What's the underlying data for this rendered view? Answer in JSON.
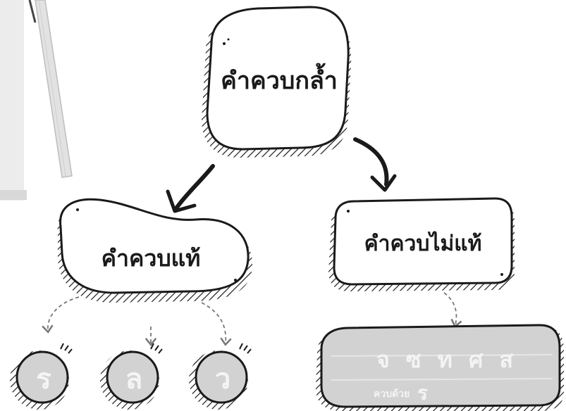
{
  "root": {
    "label": "คำควบกล้ำ"
  },
  "left_branch": {
    "label": "คำควบแท้",
    "letters": [
      "ร",
      "ล",
      "ว"
    ]
  },
  "right_branch": {
    "label": "คำควบไม่แท้",
    "letters_row": "จ ซ ท ศ ส",
    "note_prefix": "ควบด้วย",
    "note_letter": "ร"
  },
  "colors": {
    "ink": "#1a1a1a",
    "bubble_fill": "#d2d2d2",
    "paper": "#ffffff"
  }
}
